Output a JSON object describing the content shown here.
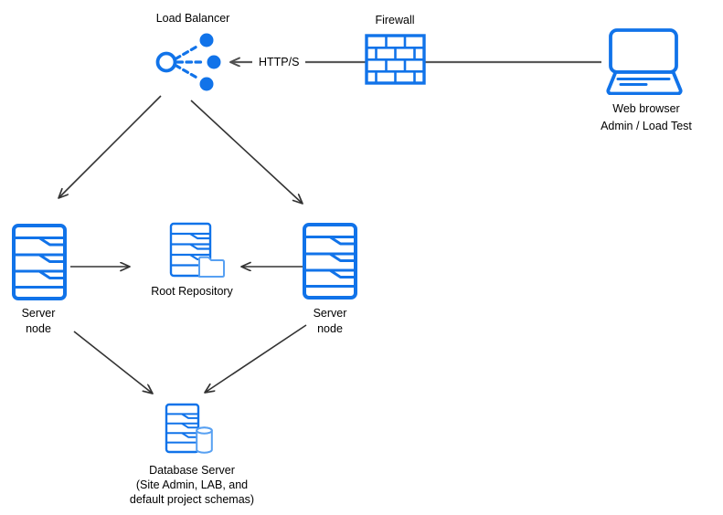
{
  "diagram": {
    "type": "network-architecture-diagram",
    "nodes": {
      "load_balancer": {
        "label": "Load Balancer",
        "icon": "load-balancer"
      },
      "firewall": {
        "label": "Firewall",
        "icon": "brick-wall"
      },
      "web_browser": {
        "label_line1": "Web browser",
        "label_line2": "Admin / Load Test",
        "icon": "laptop"
      },
      "server_node_left": {
        "label_line1": "Server",
        "label_line2": "node",
        "icon": "server-rack"
      },
      "server_node_right": {
        "label_line1": "Server",
        "label_line2": "node",
        "icon": "server-rack"
      },
      "root_repository": {
        "label": "Root Repository",
        "icon": "server-rack-with-folder"
      },
      "database_server": {
        "label_line1": "Database Server",
        "label_line2": "(Site Admin, LAB, and",
        "label_line3": "default project schemas)",
        "icon": "server-rack-with-database-cylinder"
      }
    },
    "edges": [
      {
        "from": "web_browser",
        "to": "load_balancer",
        "label": "HTTP/S",
        "through": "firewall",
        "arrow": "left"
      },
      {
        "from": "load_balancer",
        "to": "server_node_left"
      },
      {
        "from": "load_balancer",
        "to": "server_node_right"
      },
      {
        "from": "server_node_left",
        "to": "root_repository"
      },
      {
        "from": "server_node_right",
        "to": "root_repository"
      },
      {
        "from": "server_node_left",
        "to": "database_server"
      },
      {
        "from": "server_node_right",
        "to": "database_server"
      }
    ],
    "colors": {
      "icon_blue": "#1173E9",
      "icon_light_blue": "#57A0F2",
      "connector_dark": "#333333",
      "connector_gray": "#595959",
      "text": "#000000",
      "background": "#FFFFFF"
    }
  }
}
